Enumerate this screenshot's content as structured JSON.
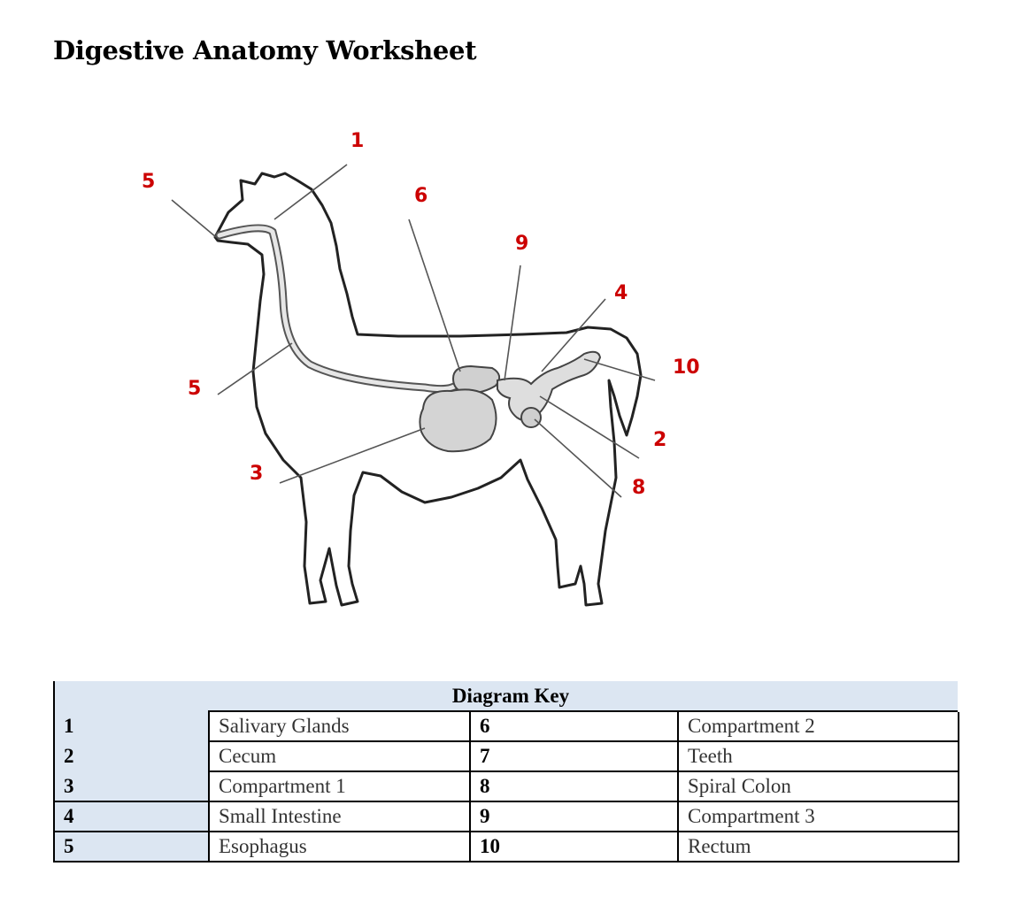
{
  "title": "Digestive Anatomy Worksheet",
  "callouts": [
    "1",
    "5",
    "6",
    "9",
    "4",
    "10",
    "5",
    "2",
    "3",
    "8"
  ],
  "key": {
    "heading": "Diagram Key",
    "rows": [
      {
        "n1": "1",
        "l1": "Salivary Glands",
        "n2": "6",
        "l2": "Compartment 2"
      },
      {
        "n1": "2",
        "l1": "Cecum",
        "n2": "7",
        "l2": "Teeth"
      },
      {
        "n1": "3",
        "l1": "Compartment 1",
        "n2": "8",
        "l2": "Spiral Colon"
      },
      {
        "n1": "4",
        "l1": "Small Intestine",
        "n2": "9",
        "l2": "Compartment 3"
      },
      {
        "n1": "5",
        "l1": "Esophagus",
        "n2": "10",
        "l2": "Rectum"
      }
    ]
  },
  "colors": {
    "callout": "#cc0000",
    "key_fill": "#dce6f2"
  }
}
